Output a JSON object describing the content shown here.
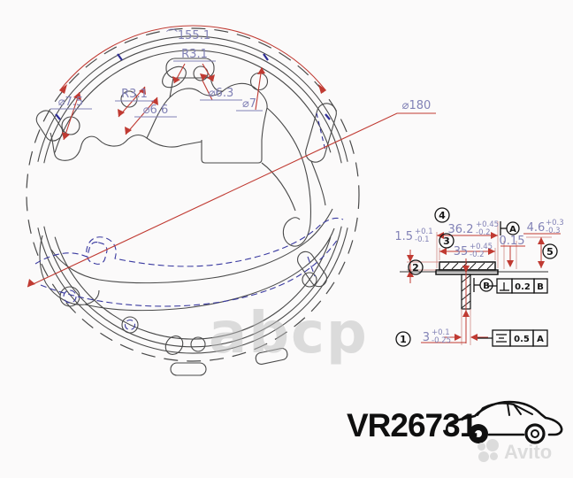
{
  "part": {
    "number": "VR26731"
  },
  "watermarks": {
    "center": "abcp",
    "brand": "Avito"
  },
  "colors": {
    "dimension_red": "#c03a32",
    "label_purple": "#8282b6",
    "line_dark": "#4a4a4a",
    "hidden_blue": "#3a3aa0"
  },
  "circle_view": {
    "labels": {
      "arc_length": "⌒155.1",
      "radius_top": "R3.1",
      "radius_left": "R3.1",
      "dia_7_5": "⌀7.5",
      "dia_6_6": "⌀6.6",
      "dia_6_3": "⌀6.3",
      "dia_7": "⌀7",
      "dia_180": "⌀180"
    }
  },
  "section_view": {
    "callouts": [
      "1",
      "2",
      "3",
      "4",
      "5"
    ],
    "dims": {
      "width_outer": {
        "value": "36.2",
        "plus": "+0.45",
        "minus": "-0.2"
      },
      "width_lining": {
        "value": "35",
        "plus": "+0.45",
        "minus": "-0.2"
      },
      "lining_thickness": {
        "value": "1.5",
        "plus": "+0.1",
        "minus": "-0.1"
      },
      "rim_height": {
        "value": "4.6",
        "plus": "+0.3",
        "minus": "-0.3"
      },
      "offset": {
        "value": "0.15"
      },
      "web_thickness": {
        "value": "3",
        "plus": "+0.1",
        "minus": "-0.25"
      }
    },
    "datums": {
      "a": "A",
      "b": "B"
    },
    "tolerance_frames": {
      "perpendicularity": {
        "value": "0.2",
        "datum": "B"
      },
      "symmetry": {
        "value": "0.5",
        "datum": "A"
      }
    }
  }
}
